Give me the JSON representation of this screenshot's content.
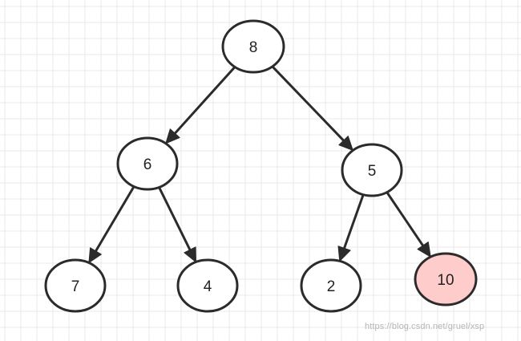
{
  "diagram": {
    "type": "binary-tree",
    "nodes": [
      {
        "id": "n8",
        "label": "8",
        "highlighted": false
      },
      {
        "id": "n6",
        "label": "6",
        "highlighted": false
      },
      {
        "id": "n5",
        "label": "5",
        "highlighted": false
      },
      {
        "id": "n7",
        "label": "7",
        "highlighted": false
      },
      {
        "id": "n4",
        "label": "4",
        "highlighted": false
      },
      {
        "id": "n2",
        "label": "2",
        "highlighted": false
      },
      {
        "id": "n10",
        "label": "10",
        "highlighted": true
      }
    ],
    "edges": [
      {
        "from": "n8",
        "to": "n6"
      },
      {
        "from": "n8",
        "to": "n5"
      },
      {
        "from": "n6",
        "to": "n7"
      },
      {
        "from": "n6",
        "to": "n4"
      },
      {
        "from": "n5",
        "to": "n2"
      },
      {
        "from": "n5",
        "to": "n10"
      }
    ]
  },
  "colors": {
    "grid_line": "#e9e9e9",
    "node_stroke": "#2b2b2b",
    "node_fill": "#ffffff",
    "highlight_fill": "#ffcccc",
    "edge": "#2b2b2b",
    "label": "#222222",
    "watermark": "#b6b6b6"
  },
  "watermark": {
    "text": "https://blog.csdn.net/gruel/xsp"
  }
}
